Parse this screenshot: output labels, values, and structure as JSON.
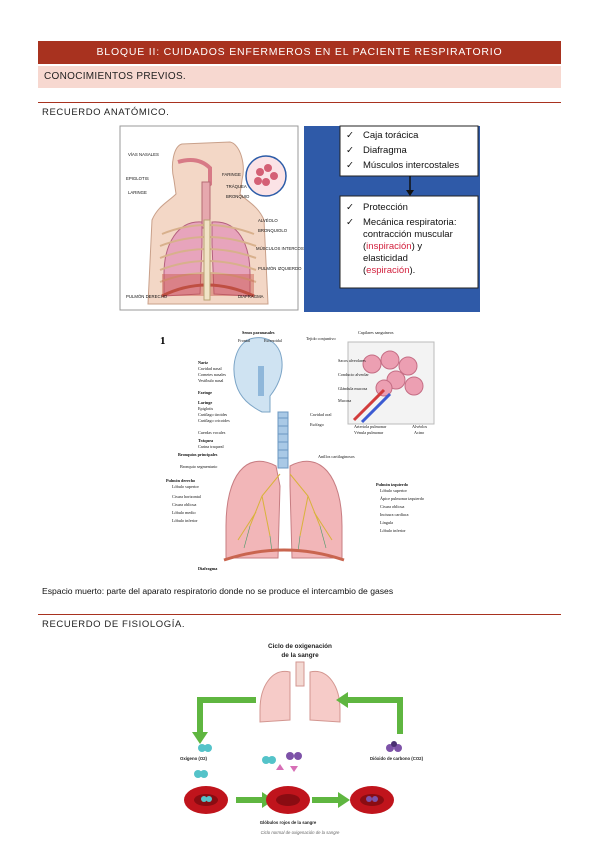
{
  "header": {
    "title": "BLOQUE II: CUIDADOS ENFERMEROS EN EL PACIENTE RESPIRATORIO",
    "subtitle": "CONOCIMIENTOS PREVIOS."
  },
  "sections": {
    "anatomy_title": "RECUERDO ANATÓMICO.",
    "physiology_title": "RECUERDO DE FISIOLOGÍA."
  },
  "figure1": {
    "left_labels": [
      "VÍAS NASALES",
      "EPIGLOTIS",
      "LARINGE",
      "PULMÓN DERECHO"
    ],
    "right_labels": [
      "FARINGE",
      "TRÁQUEA",
      "BRONQUIO",
      "ALVÉOLO",
      "BRONQUIOLO",
      "MÚSCULOS INTERCOSTALES",
      "PULMÓN IZQUIERDO",
      "DIAFRAGMA"
    ],
    "top_box": [
      "Caja torácica",
      "Diafragma",
      "Músculos intercostales"
    ],
    "bottom_box": {
      "line1": "Protección",
      "line2": "Mecánica respiratoria: contracción muscular",
      "inspiracion": "inspiración",
      "y": ") y",
      "elasticidad": "elasticidad",
      "espiracion": "espiración",
      "end": ")."
    }
  },
  "figure2": {
    "number": "1",
    "top_labels": [
      "Senos paranasales",
      "Frontal",
      "Esfenoidal"
    ],
    "left_labels": [
      "Nariz",
      "Cavidad nasal",
      "Cornetes nasales",
      "Vestíbulo nasal",
      "Faringe",
      "Laringe",
      "Epiglotis",
      "Cartílago tiroides",
      "Cartílago cricoides",
      "Cuerdas vocales",
      "Tráquea",
      "Carina traqueal",
      "Bronquios principales",
      "Bronquio segmentario",
      "Pulmón derecho",
      "Lóbulo superior",
      "Cisura horizontal",
      "Cisura oblicua",
      "Lóbulo medio",
      "Lóbulo inferior",
      "Diafragma"
    ],
    "mid_labels": [
      "Tejido conjuntivo",
      "Cavidad oral",
      "Esófago",
      "Anillos cartilaginosos"
    ],
    "right_labels": [
      "Capilares sanguíneos",
      "Sacos alveolares",
      "Conducto alveolar",
      "Glándula mucosa",
      "Mucosa",
      "Arteriola pulmonar",
      "Vénula pulmonar",
      "Alvéolos",
      "Acino"
    ],
    "left_lung_labels": [
      "Pulmón izquierdo",
      "Lóbulo superior",
      "Ápice pulmonar izquierdo",
      "Cisura oblicua",
      "Incisura cardíaca",
      "Língula",
      "Lóbulo inferior"
    ]
  },
  "dead_space_text": "Espacio muerto: parte del aparato respiratorio donde no se produce el intercambio de gases",
  "figure3": {
    "title_line1": "Ciclo de oxigenación",
    "title_line2": "de la sangre",
    "oxygen_label": "Oxígeno (O2)",
    "co2_label": "Dióxido de carbono (CO2)",
    "rbc_label": "Glóbulos rojos de la sangre",
    "caption": "Ciclo normal de oxigenación de la sangre"
  },
  "colors": {
    "accent": "#a8321f",
    "subbar": "#f7d8d0",
    "blue_panel": "#2f5aa8",
    "green_arrow": "#5fb640"
  }
}
